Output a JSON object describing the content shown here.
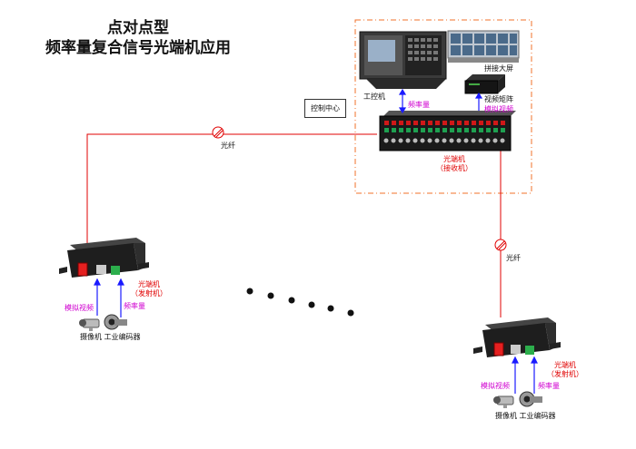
{
  "title_line1": "点对点型",
  "title_line2": "频率量复合信号光端机应用",
  "control_center": "控制中心",
  "industrial_pc": "工控机",
  "video_wall": "拼接大屏",
  "video_matrix": "视频矩阵",
  "freq_label": "频率量",
  "analog_video": "模拟视频",
  "fiber_label": "光纤",
  "receiver_label_1": "光端机",
  "receiver_label_2": "（接收机）",
  "transmitter_label_1": "光端机",
  "transmitter_label_2": "（发射机）",
  "devices_label": "摄像机 工业编码器",
  "colors": {
    "fiber": "#e00000",
    "arrow": "#1a1aff",
    "dashed_box": "#f0702a",
    "freq_text": "#d000d0",
    "red_text": "#e00000"
  }
}
